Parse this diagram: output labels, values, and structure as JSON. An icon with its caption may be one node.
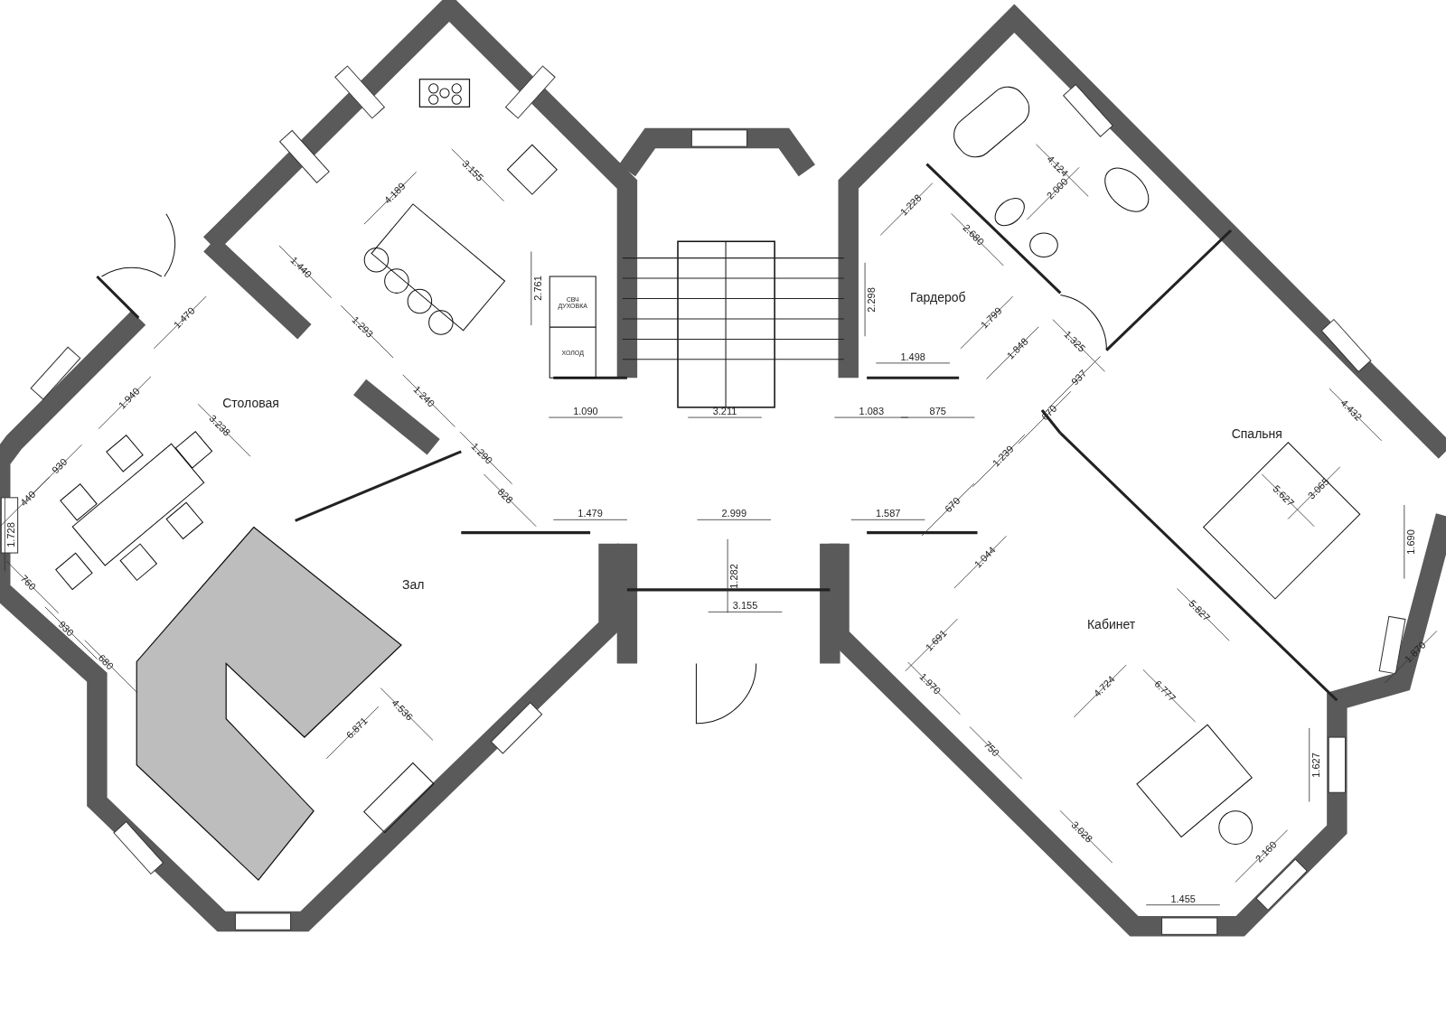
{
  "diagram": {
    "labels": [
      "4.189",
      "3.155",
      "1.228",
      "4.124",
      "2.000",
      "1.440",
      "2.680",
      "1.470",
      "1.293",
      "2.761",
      "СВЧ ДУХОВКА",
      "2.298",
      "Гардероб",
      "1.799",
      "ХОЛОД",
      "1.498",
      "1.848",
      "1.325",
      "937",
      "1.940",
      "3.238",
      "Столовая",
      "1.240",
      "1.090",
      "3.211",
      "1.083",
      "875",
      "670",
      "Спальня",
      "4.432",
      "440",
      "930",
      "1.290",
      "828",
      "670",
      "1.239",
      "5.627",
      "3.065",
      "1.728",
      "1.479",
      "2.999",
      "1.587",
      "1.690",
      "760",
      "Зал",
      "1.282",
      "3.155",
      "1.044",
      "5.827",
      "930",
      "680",
      "1.691",
      "Кабинет",
      "1.870",
      "6.871",
      "4.536",
      "1.970",
      "4.724",
      "6.777",
      "750",
      "1.627",
      "3.028",
      "2.160",
      "1.455"
    ]
  }
}
